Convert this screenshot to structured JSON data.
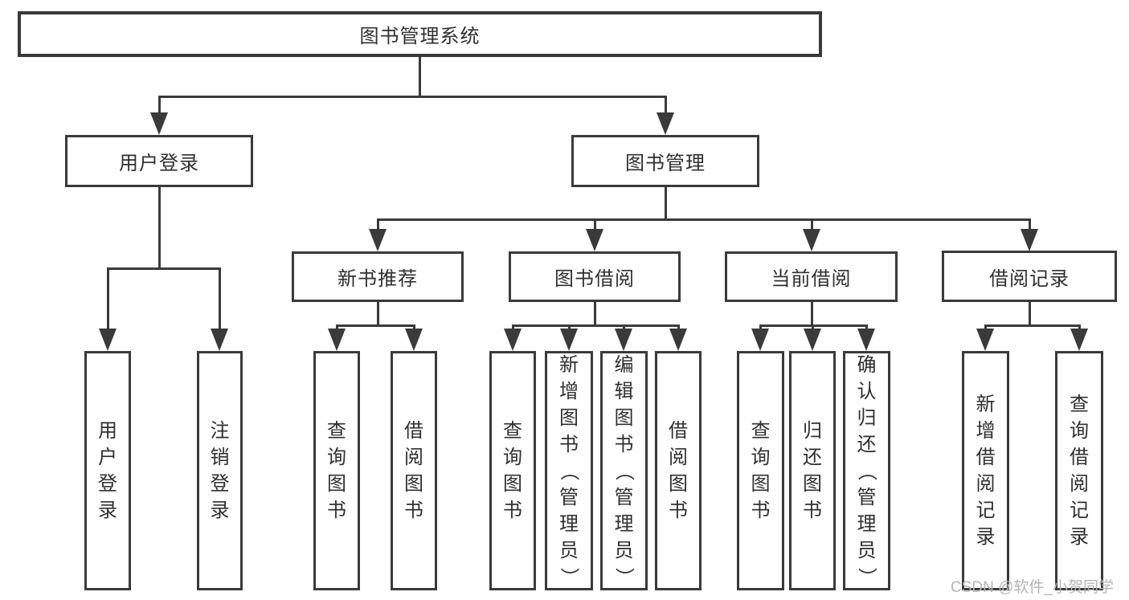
{
  "diagram": {
    "title": "图书管理系统",
    "watermark": "CSDN @软件_小贺同学",
    "colors": {
      "line": "#3a3a3a",
      "text": "#2f2f2f",
      "watermark": "#b5b5b5",
      "background": "#ffffff"
    },
    "nodes": [
      {
        "id": "root",
        "label": "图书管理系统",
        "parent": null
      },
      {
        "id": "user-login",
        "label": "用户登录",
        "parent": "root"
      },
      {
        "id": "book-mgmt",
        "label": "图书管理",
        "parent": "root"
      },
      {
        "id": "new-book-rec",
        "label": "新书推荐",
        "parent": "book-mgmt"
      },
      {
        "id": "book-borrow",
        "label": "图书借阅",
        "parent": "book-mgmt"
      },
      {
        "id": "current-borrow",
        "label": "当前借阅",
        "parent": "book-mgmt"
      },
      {
        "id": "borrow-records",
        "label": "借阅记录",
        "parent": "book-mgmt"
      },
      {
        "id": "leaf-user-login",
        "label": "用户登录",
        "parent": "user-login"
      },
      {
        "id": "leaf-logout",
        "label": "注销登录",
        "parent": "user-login"
      },
      {
        "id": "leaf-nb-query",
        "label": "查询图书",
        "parent": "new-book-rec"
      },
      {
        "id": "leaf-nb-borrow",
        "label": "借阅图书",
        "parent": "new-book-rec"
      },
      {
        "id": "leaf-bb-query",
        "label": "查询图书",
        "parent": "book-borrow"
      },
      {
        "id": "leaf-bb-add",
        "label": "新增图书（管理员）",
        "parent": "book-borrow"
      },
      {
        "id": "leaf-bb-edit",
        "label": "编辑图书（管理员）",
        "parent": "book-borrow"
      },
      {
        "id": "leaf-bb-borrow",
        "label": "借阅图书",
        "parent": "book-borrow"
      },
      {
        "id": "leaf-cb-query",
        "label": "查询图书",
        "parent": "current-borrow"
      },
      {
        "id": "leaf-cb-return",
        "label": "归还图书",
        "parent": "current-borrow"
      },
      {
        "id": "leaf-cb-confirm",
        "label": "确认归还（管理员）",
        "parent": "current-borrow"
      },
      {
        "id": "leaf-br-add",
        "label": "新增借阅记录",
        "parent": "borrow-records"
      },
      {
        "id": "leaf-br-query",
        "label": "查询借阅记录",
        "parent": "borrow-records"
      }
    ]
  }
}
